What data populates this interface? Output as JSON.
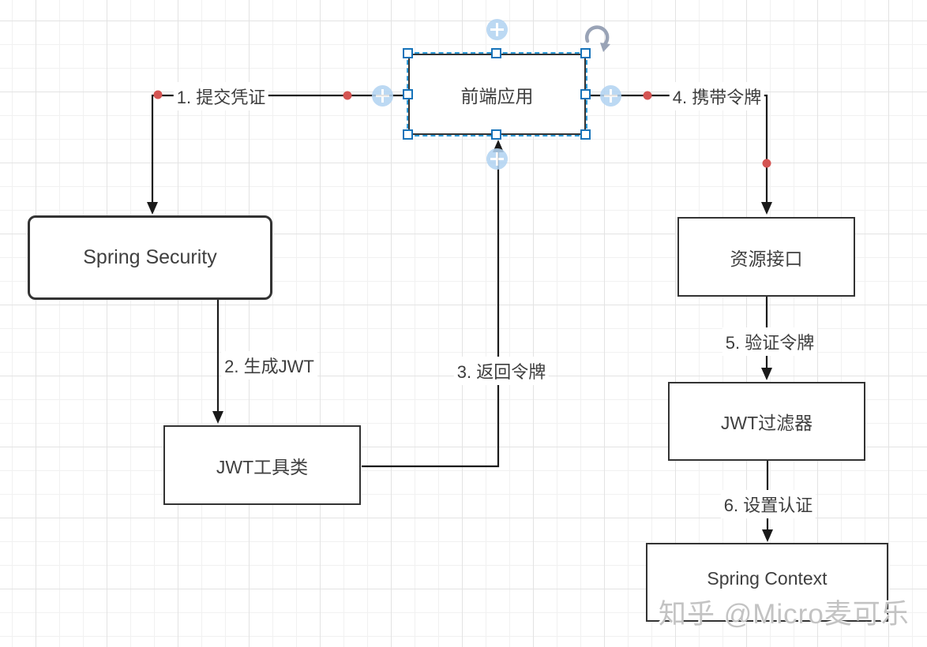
{
  "diagram": {
    "nodes": [
      {
        "id": "frontend-app",
        "label": "前端应用",
        "selected": true
      },
      {
        "id": "spring-security",
        "label": "Spring Security",
        "selected": false
      },
      {
        "id": "jwt-util",
        "label": "JWT工具类",
        "selected": false
      },
      {
        "id": "resource-api",
        "label": "资源接口",
        "selected": false
      },
      {
        "id": "jwt-filter",
        "label": "JWT过滤器",
        "selected": false
      },
      {
        "id": "spring-context",
        "label": "Spring Context",
        "selected": false
      }
    ],
    "edges": [
      {
        "id": "edge-1",
        "label": "1. 提交凭证",
        "from": "frontend-app",
        "to": "spring-security"
      },
      {
        "id": "edge-2",
        "label": "2. 生成JWT",
        "from": "spring-security",
        "to": "jwt-util"
      },
      {
        "id": "edge-3",
        "label": "3. 返回令牌",
        "from": "jwt-util",
        "to": "frontend-app"
      },
      {
        "id": "edge-4",
        "label": "4. 携带令牌",
        "from": "frontend-app",
        "to": "resource-api"
      },
      {
        "id": "edge-5",
        "label": "5. 验证令牌",
        "from": "resource-api",
        "to": "jwt-filter"
      },
      {
        "id": "edge-6",
        "label": "6. 设置认证",
        "from": "jwt-filter",
        "to": "spring-context"
      }
    ]
  },
  "watermark": "知乎 @Micro麦可乐",
  "icons": {
    "rotate-icon": "curved-rotate-arrow",
    "direction-arrow-icon": "plus-in-circle",
    "resize-handle": "square-handle",
    "waypoint-dot": "red-dot"
  },
  "colors": {
    "selection_blue": "#2e9ad7",
    "handle_border": "#1673ba",
    "direction_circle_fill": "#b3d4f2",
    "waypoint_red": "#d45452",
    "edge_stroke": "#1a1a1a",
    "node_border": "#333333",
    "node_text": "#3f3f3f",
    "watermark_gray": "#c3c3c3",
    "grid_minor": "#f1f1f1",
    "grid_major": "#e3e3e3"
  }
}
